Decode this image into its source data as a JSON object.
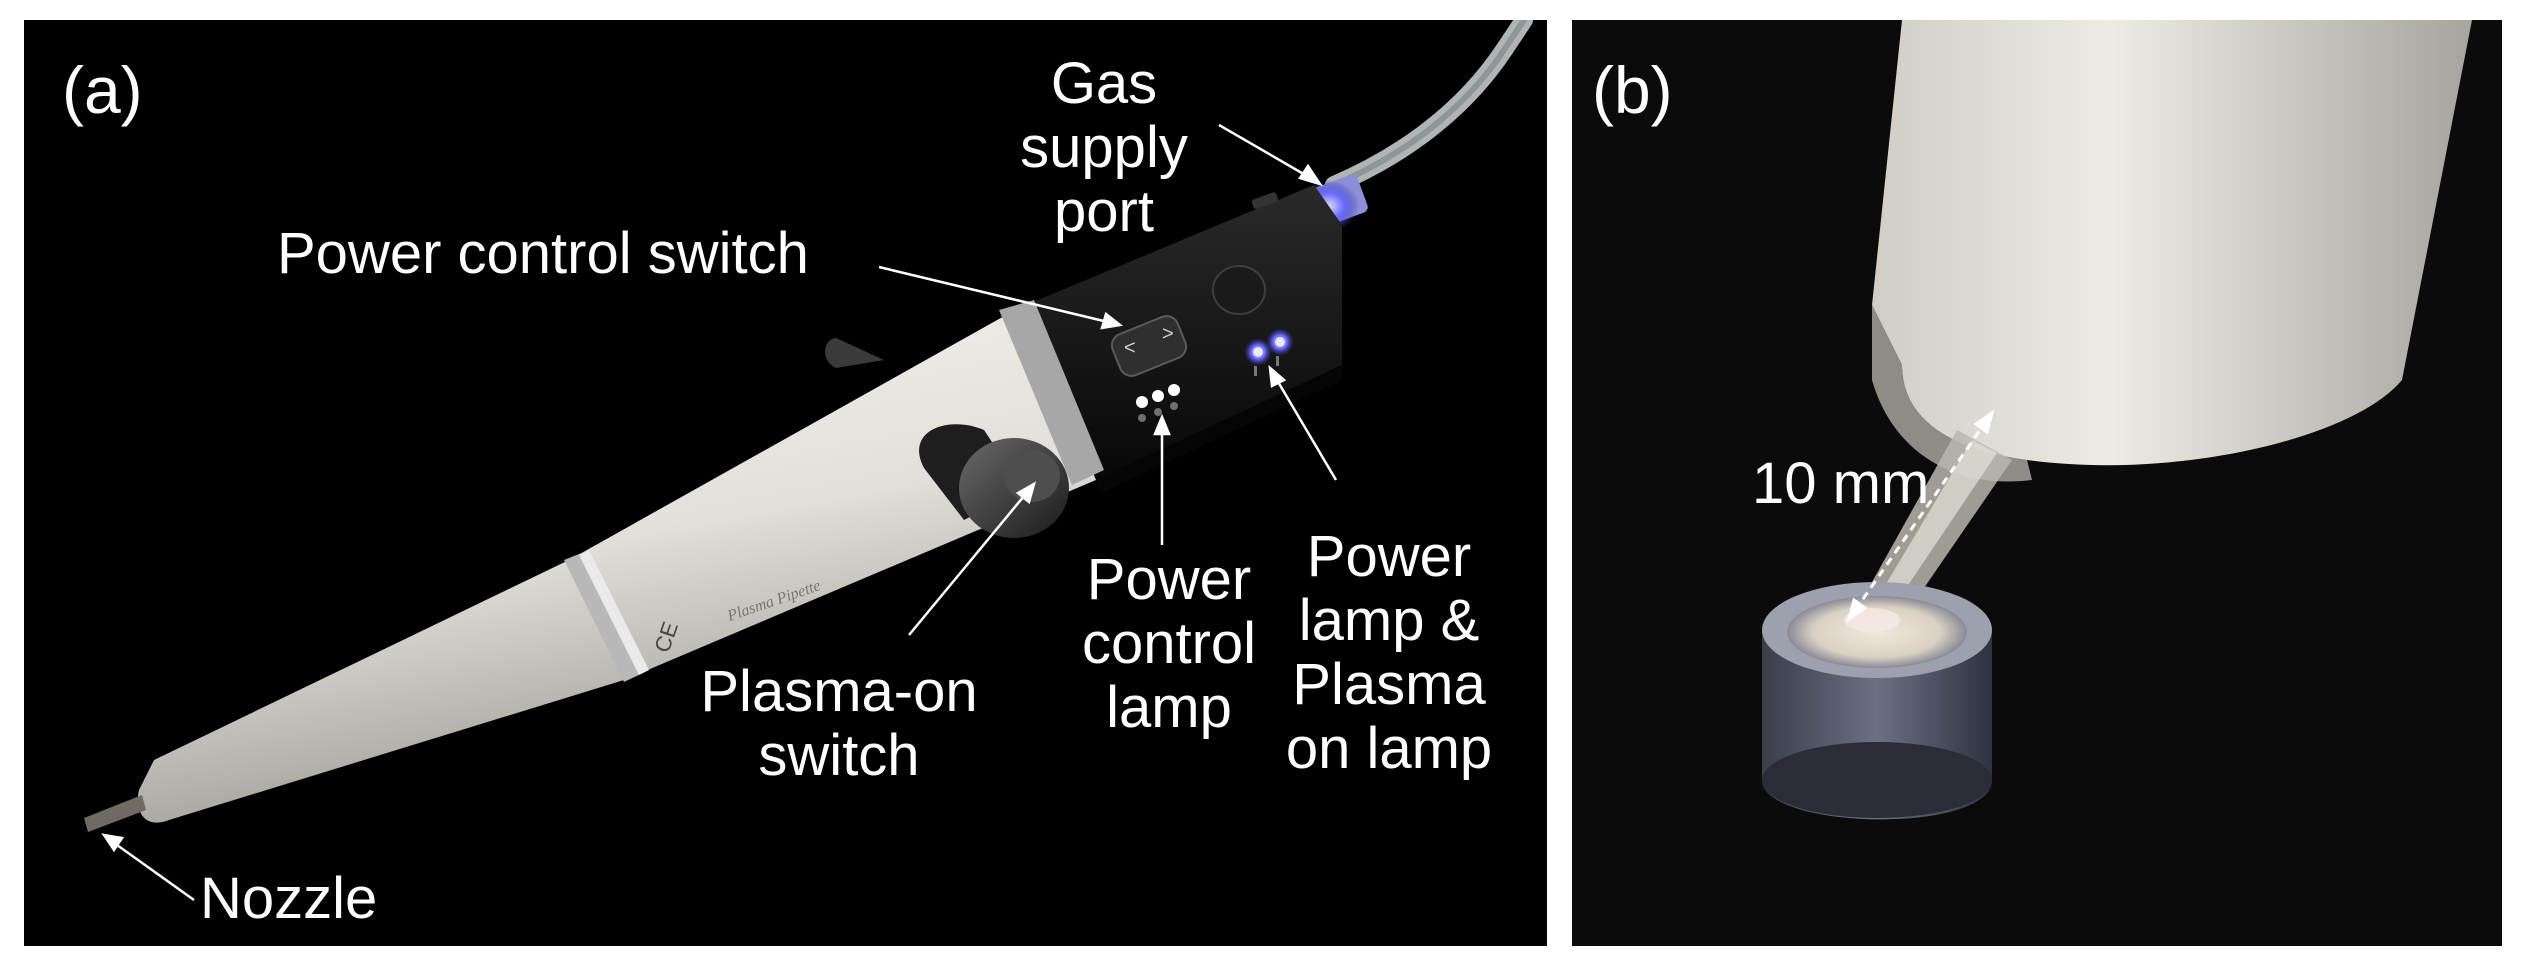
{
  "panel_a": {
    "label": "(a)",
    "callouts": {
      "gas_supply_port": [
        "Gas",
        "supply",
        "port"
      ],
      "power_control_switch": "Power control switch",
      "plasma_on_switch": [
        "Plasma-on",
        "switch"
      ],
      "power_control_lamp": [
        "Power",
        "control",
        "lamp"
      ],
      "power_plasma_lamp": [
        "Power",
        "lamp &",
        "Plasma",
        "on lamp"
      ],
      "nozzle": "Nozzle"
    },
    "device_print": {
      "brand": "Plasma Pipette",
      "mark": "CE"
    }
  },
  "panel_b": {
    "label": "(b)",
    "distance": "10 mm"
  },
  "colors": {
    "background": "#000000",
    "body": "#e6e4df",
    "housing": "#141414",
    "lamp_white": "#ffffff",
    "lamp_blue": "#5a5cff",
    "text": "#ffffff"
  }
}
